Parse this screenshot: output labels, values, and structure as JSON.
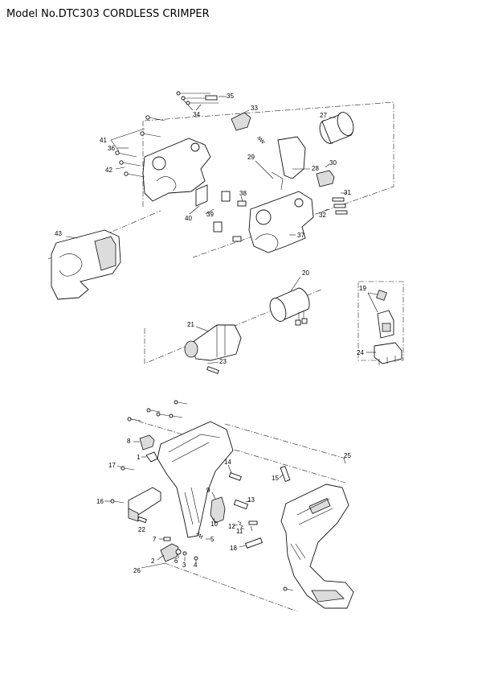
{
  "title": "Model No.DTC303 CORDLESS CRIMPER",
  "parts": [
    {
      "id": "35",
      "label": "35"
    },
    {
      "id": "34",
      "label": "34"
    },
    {
      "id": "33",
      "label": "33"
    },
    {
      "id": "27",
      "label": "27"
    },
    {
      "id": "41",
      "label": "41"
    },
    {
      "id": "36",
      "label": "36"
    },
    {
      "id": "29",
      "label": "29"
    },
    {
      "id": "42",
      "label": "42"
    },
    {
      "id": "28",
      "label": "28"
    },
    {
      "id": "30",
      "label": "30"
    },
    {
      "id": "31",
      "label": "31"
    },
    {
      "id": "32",
      "label": "32"
    },
    {
      "id": "38",
      "label": "38"
    },
    {
      "id": "39",
      "label": "39"
    },
    {
      "id": "40",
      "label": "40"
    },
    {
      "id": "37",
      "label": "37"
    },
    {
      "id": "43",
      "label": "43"
    },
    {
      "id": "20",
      "label": "20"
    },
    {
      "id": "19",
      "label": "19"
    },
    {
      "id": "21",
      "label": "21"
    },
    {
      "id": "24",
      "label": "24"
    },
    {
      "id": "23",
      "label": "23"
    },
    {
      "id": "25",
      "label": "25"
    },
    {
      "id": "8",
      "label": "8"
    },
    {
      "id": "1",
      "label": "1"
    },
    {
      "id": "17",
      "label": "17"
    },
    {
      "id": "14",
      "label": "14"
    },
    {
      "id": "15",
      "label": "15"
    },
    {
      "id": "9",
      "label": "9"
    },
    {
      "id": "13",
      "label": "13"
    },
    {
      "id": "16",
      "label": "16"
    },
    {
      "id": "10",
      "label": "10"
    },
    {
      "id": "12",
      "label": "12"
    },
    {
      "id": "11",
      "label": "11"
    },
    {
      "id": "22",
      "label": "22"
    },
    {
      "id": "5",
      "label": "5"
    },
    {
      "id": "7",
      "label": "7"
    },
    {
      "id": "18",
      "label": "18"
    },
    {
      "id": "6",
      "label": "6"
    },
    {
      "id": "2",
      "label": "2"
    },
    {
      "id": "3",
      "label": "3"
    },
    {
      "id": "4",
      "label": "4"
    },
    {
      "id": "26",
      "label": "26"
    }
  ]
}
